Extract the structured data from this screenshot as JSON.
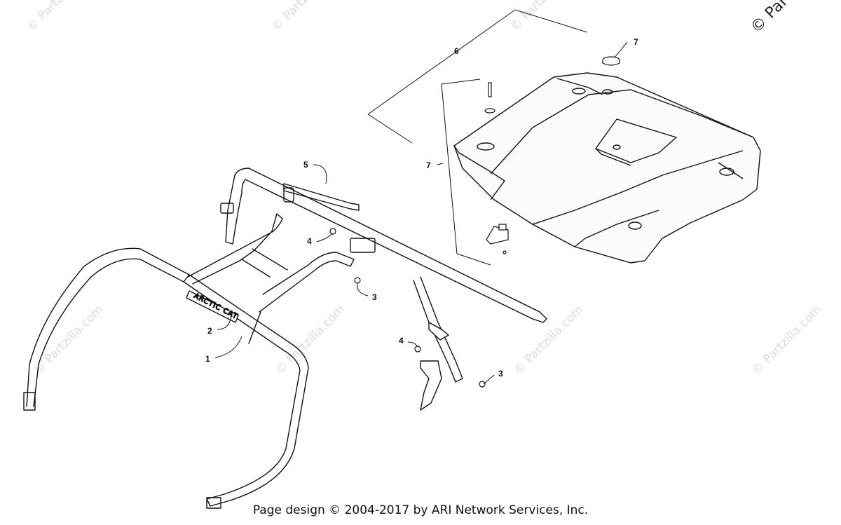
{
  "diagram": {
    "callouts": [
      {
        "id": "c1",
        "label": "1"
      },
      {
        "id": "c2",
        "label": "2"
      },
      {
        "id": "c3a",
        "label": "3"
      },
      {
        "id": "c3b",
        "label": "3"
      },
      {
        "id": "c4a",
        "label": "4"
      },
      {
        "id": "c4b",
        "label": "4"
      },
      {
        "id": "c5",
        "label": "5"
      },
      {
        "id": "c6",
        "label": "6"
      },
      {
        "id": "c7a",
        "label": "7"
      },
      {
        "id": "c7b",
        "label": "7"
      }
    ],
    "brand_decal": "ARCTIC CAT"
  },
  "watermark": {
    "text": "© Partzilla.com",
    "corner": "© Par"
  },
  "footer": {
    "copyright": "Page design © 2004-2017 by ARI Network Services, Inc."
  },
  "colors": {
    "line": "#111111",
    "watermark": "#dcdcdc"
  }
}
